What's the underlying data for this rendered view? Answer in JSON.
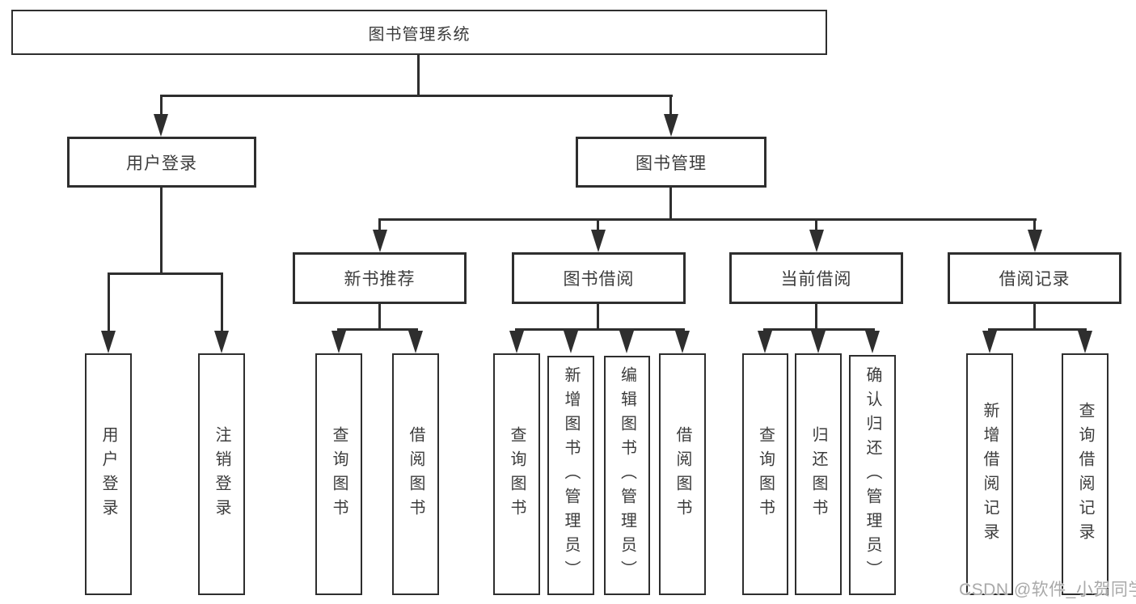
{
  "colors": {
    "background": "#ffffff",
    "line": "#2e2e2e",
    "box_border": "#2e2e2e",
    "text": "#3c3c3c",
    "watermark": "#a9a9a9"
  },
  "root": {
    "label": "图书管理系统"
  },
  "level2": {
    "user_login": {
      "label": "用户登录"
    },
    "book_management": {
      "label": "图书管理"
    }
  },
  "level3": {
    "new_book_recommend": {
      "label": "新书推荐"
    },
    "book_borrow": {
      "label": "图书借阅"
    },
    "current_borrow": {
      "label": "当前借阅"
    },
    "borrow_records": {
      "label": "借阅记录"
    }
  },
  "leaves": {
    "user_login": {
      "label": "用户登录"
    },
    "logout": {
      "label": "注销登录"
    },
    "recommend_query_books": {
      "label": "查询图书"
    },
    "recommend_borrow_books": {
      "label": "借阅图书"
    },
    "borrow_query_books": {
      "label": "查询图书"
    },
    "borrow_add_books": {
      "label": "新增图书（管理员）"
    },
    "borrow_edit_books": {
      "label": "编辑图书（管理员）"
    },
    "borrow_borrow_books": {
      "label": "借阅图书"
    },
    "current_query_books": {
      "label": "查询图书"
    },
    "current_return_books": {
      "label": "归还图书"
    },
    "current_confirm_return": {
      "label": "确认归还（管理员）"
    },
    "records_add_record": {
      "label": "新增借阅记录"
    },
    "records_query_record": {
      "label": "查询借阅记录"
    }
  },
  "watermark": {
    "text": "CSDN @软件_小贺同学"
  }
}
